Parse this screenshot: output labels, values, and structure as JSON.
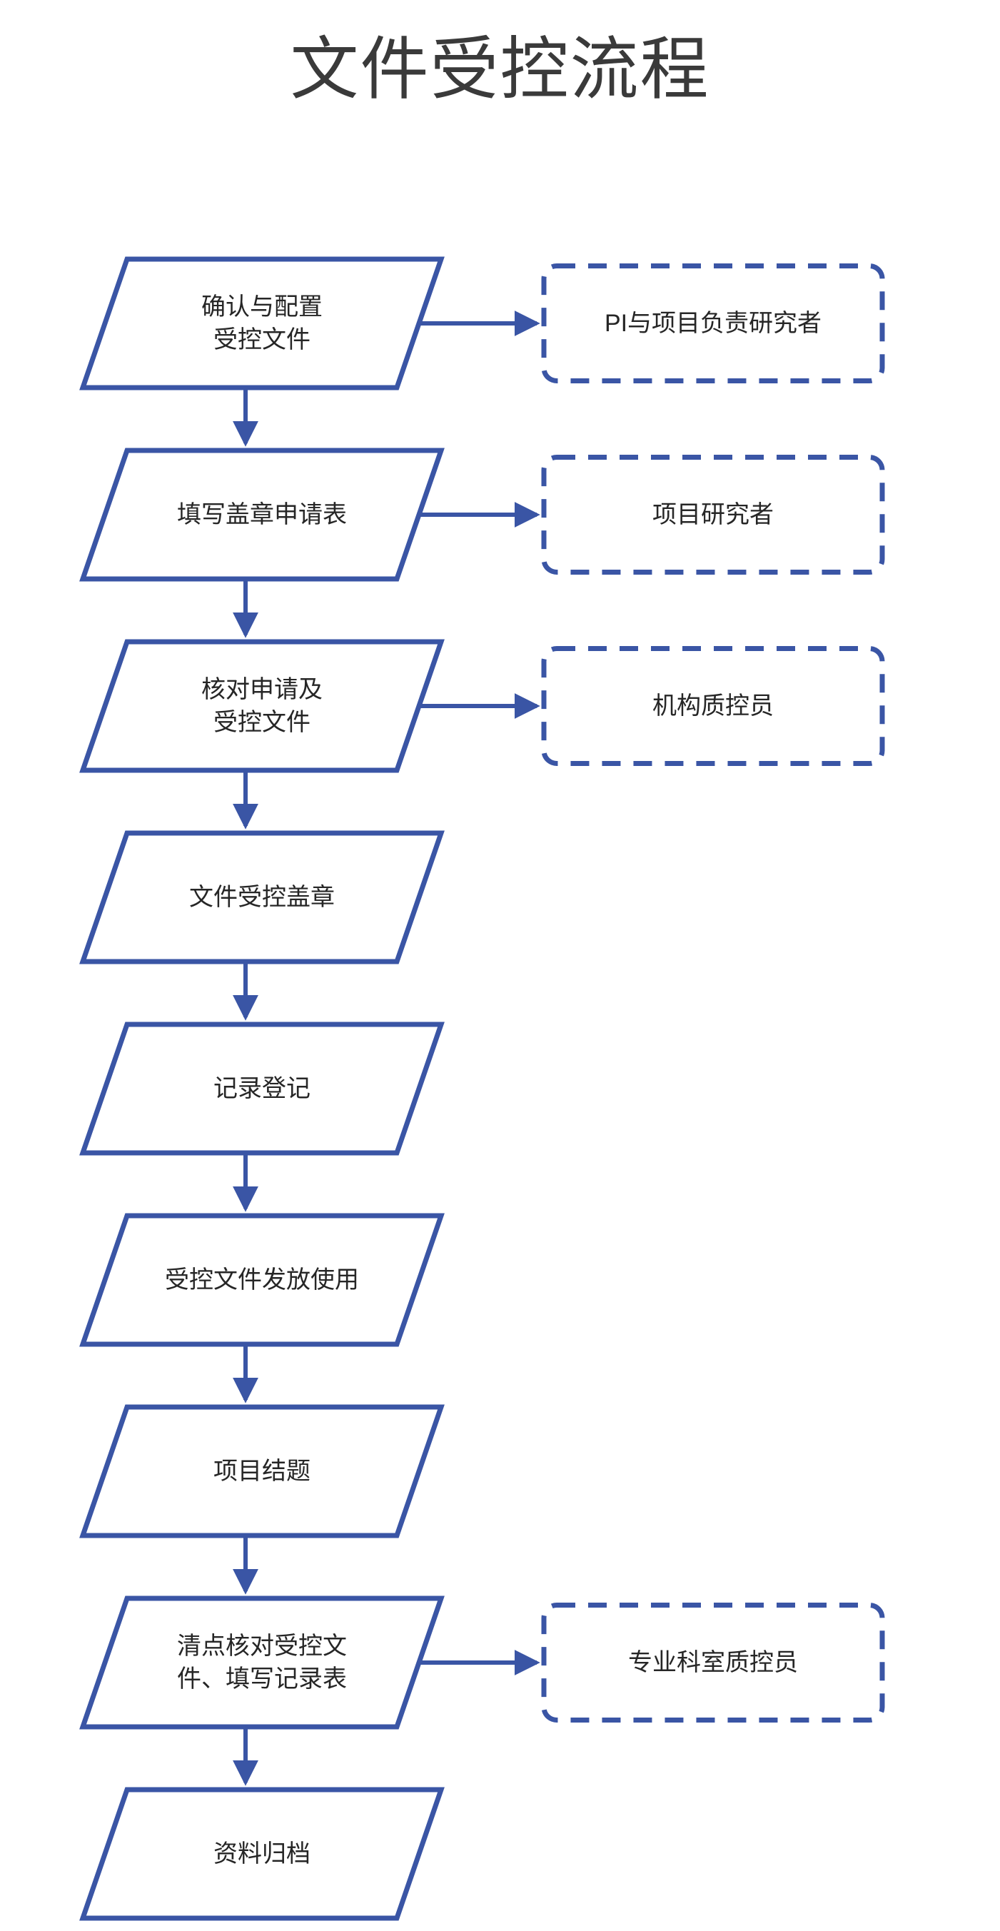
{
  "title": "文件受控流程",
  "colors": {
    "accent": "#3A55A5",
    "text": "#262626",
    "title_text": "#3A3A3A",
    "background": "#FFFFFF"
  },
  "flowchart": {
    "type": "flowchart",
    "orientation": "vertical",
    "node_shape": "parallelogram",
    "role_shape": "rounded-rectangle-dashed",
    "connector": "arrow",
    "steps": [
      {
        "id": "step-1",
        "label": "确认与配置\n受控文件",
        "role": "PI与项目负责研究者"
      },
      {
        "id": "step-2",
        "label": "填写盖章申请表",
        "role": "项目研究者"
      },
      {
        "id": "step-3",
        "label": "核对申请及\n受控文件",
        "role": "机构质控员"
      },
      {
        "id": "step-4",
        "label": "文件受控盖章",
        "role": null
      },
      {
        "id": "step-5",
        "label": "记录登记",
        "role": null
      },
      {
        "id": "step-6",
        "label": "受控文件发放使用",
        "role": null
      },
      {
        "id": "step-7",
        "label": "项目结题",
        "role": null
      },
      {
        "id": "step-8",
        "label": "清点核对受控文\n件、填写记录表",
        "role": "专业科室质控员"
      },
      {
        "id": "step-9",
        "label": "资料归档",
        "role": null
      }
    ]
  }
}
